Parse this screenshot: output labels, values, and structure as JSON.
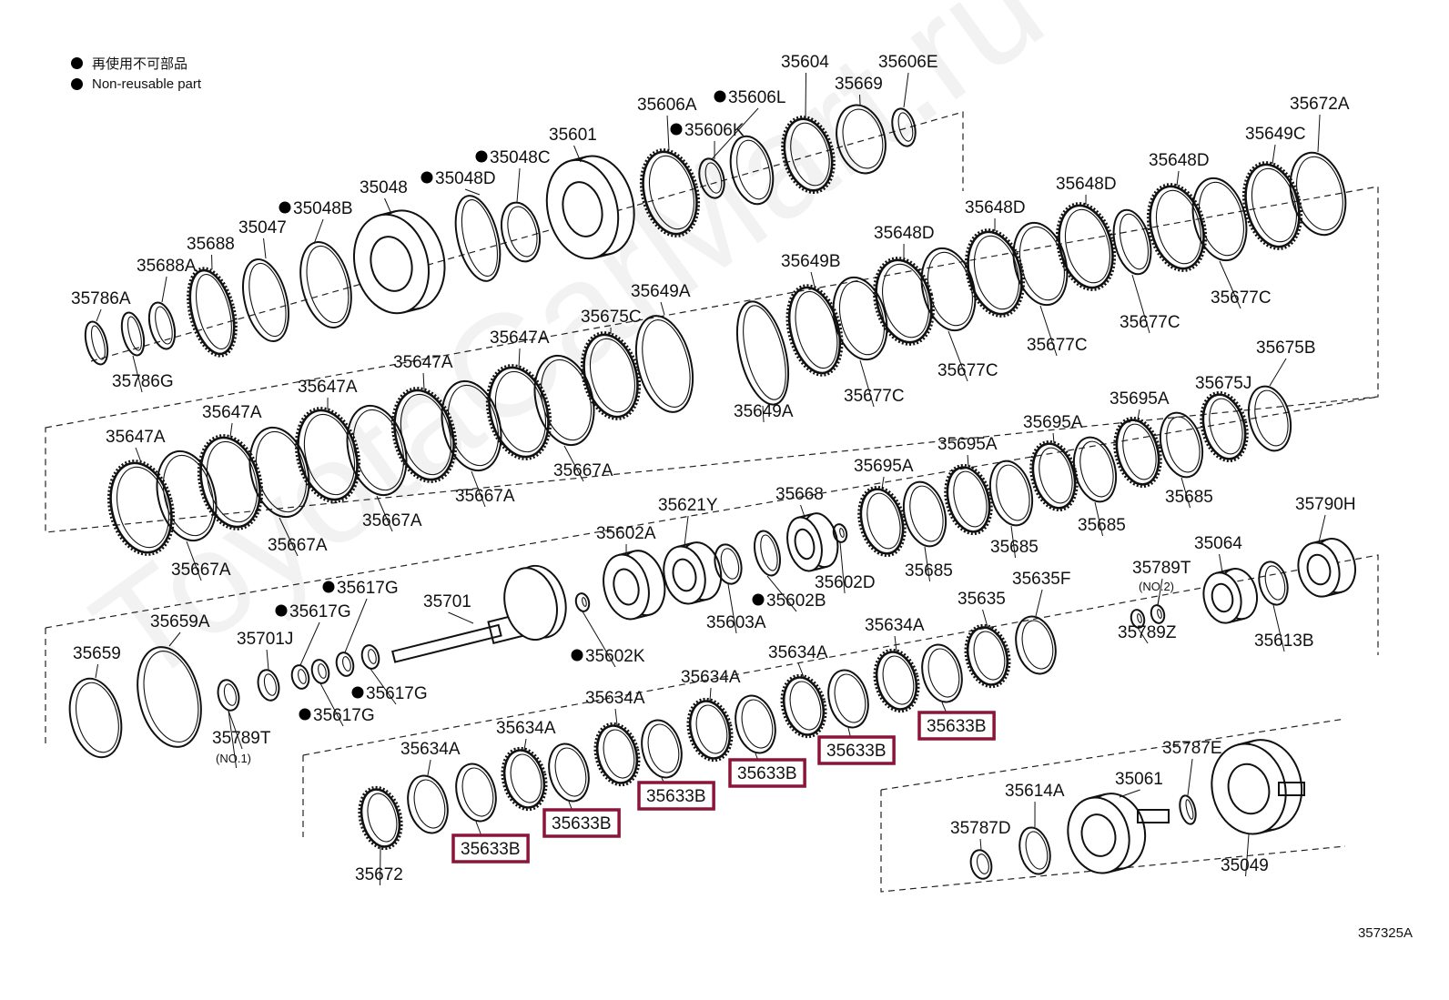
{
  "legend": {
    "items": [
      "再使用不可部品",
      "Non-reusable part"
    ]
  },
  "watermark": "ToyotaCarMart.ru",
  "diagram_id": "357325A",
  "callouts": [
    {
      "label": "35604",
      "highlight": false,
      "nonreusable": false
    },
    {
      "label": "35606E",
      "highlight": false,
      "nonreusable": false
    },
    {
      "label": "35606A",
      "highlight": false,
      "nonreusable": false
    },
    {
      "label": "35606L",
      "highlight": false,
      "nonreusable": true
    },
    {
      "label": "35669",
      "highlight": false,
      "nonreusable": false
    },
    {
      "label": "35606K",
      "highlight": false,
      "nonreusable": true
    },
    {
      "label": "35601",
      "highlight": false,
      "nonreusable": false
    },
    {
      "label": "35048C",
      "highlight": false,
      "nonreusable": true
    },
    {
      "label": "35048",
      "highlight": false,
      "nonreusable": false
    },
    {
      "label": "35048D",
      "highlight": false,
      "nonreusable": true
    },
    {
      "label": "35048B",
      "highlight": false,
      "nonreusable": true
    },
    {
      "label": "35688",
      "highlight": false,
      "nonreusable": false
    },
    {
      "label": "35047",
      "highlight": false,
      "nonreusable": false
    },
    {
      "label": "35688A",
      "highlight": false,
      "nonreusable": false
    },
    {
      "label": "35786A",
      "highlight": false,
      "nonreusable": false
    },
    {
      "label": "35786G",
      "highlight": false,
      "nonreusable": false
    },
    {
      "label": "35672A",
      "highlight": false,
      "nonreusable": false
    },
    {
      "label": "35649C",
      "highlight": false,
      "nonreusable": false
    },
    {
      "label": "35648D",
      "highlight": false,
      "nonreusable": false
    },
    {
      "label": "35648D",
      "highlight": false,
      "nonreusable": false
    },
    {
      "label": "35648D",
      "highlight": false,
      "nonreusable": false
    },
    {
      "label": "35648D",
      "highlight": false,
      "nonreusable": false
    },
    {
      "label": "35649B",
      "highlight": false,
      "nonreusable": false
    },
    {
      "label": "35677C",
      "highlight": false,
      "nonreusable": false
    },
    {
      "label": "35677C",
      "highlight": false,
      "nonreusable": false
    },
    {
      "label": "35677C",
      "highlight": false,
      "nonreusable": false
    },
    {
      "label": "35677C",
      "highlight": false,
      "nonreusable": false
    },
    {
      "label": "35677C",
      "highlight": false,
      "nonreusable": false
    },
    {
      "label": "35649A",
      "highlight": false,
      "nonreusable": false
    },
    {
      "label": "35675C",
      "highlight": false,
      "nonreusable": false
    },
    {
      "label": "35649A",
      "highlight": false,
      "nonreusable": false
    },
    {
      "label": "35647A",
      "highlight": false,
      "nonreusable": false
    },
    {
      "label": "35647A",
      "highlight": false,
      "nonreusable": false
    },
    {
      "label": "35647A",
      "highlight": false,
      "nonreusable": false
    },
    {
      "label": "35647A",
      "highlight": false,
      "nonreusable": false
    },
    {
      "label": "35647A",
      "highlight": false,
      "nonreusable": false
    },
    {
      "label": "35667A",
      "highlight": false,
      "nonreusable": false
    },
    {
      "label": "35667A",
      "highlight": false,
      "nonreusable": false
    },
    {
      "label": "35667A",
      "highlight": false,
      "nonreusable": false
    },
    {
      "label": "35667A",
      "highlight": false,
      "nonreusable": false
    },
    {
      "label": "35667A",
      "highlight": false,
      "nonreusable": false
    },
    {
      "label": "35675B",
      "highlight": false,
      "nonreusable": false
    },
    {
      "label": "35675J",
      "highlight": false,
      "nonreusable": false
    },
    {
      "label": "35695A",
      "highlight": false,
      "nonreusable": false
    },
    {
      "label": "35695A",
      "highlight": false,
      "nonreusable": false
    },
    {
      "label": "35695A",
      "highlight": false,
      "nonreusable": false
    },
    {
      "label": "35695A",
      "highlight": false,
      "nonreusable": false
    },
    {
      "label": "35685",
      "highlight": false,
      "nonreusable": false
    },
    {
      "label": "35685",
      "highlight": false,
      "nonreusable": false
    },
    {
      "label": "35685",
      "highlight": false,
      "nonreusable": false
    },
    {
      "label": "35685",
      "highlight": false,
      "nonreusable": false
    },
    {
      "label": "35668",
      "highlight": false,
      "nonreusable": false
    },
    {
      "label": "35621Y",
      "highlight": false,
      "nonreusable": false
    },
    {
      "label": "35602A",
      "highlight": false,
      "nonreusable": false
    },
    {
      "label": "35602D",
      "highlight": false,
      "nonreusable": false
    },
    {
      "label": "35602B",
      "highlight": false,
      "nonreusable": true
    },
    {
      "label": "35603A",
      "highlight": false,
      "nonreusable": false
    },
    {
      "label": "35701",
      "highlight": false,
      "nonreusable": false
    },
    {
      "label": "35602K",
      "highlight": false,
      "nonreusable": true
    },
    {
      "label": "35617G",
      "highlight": false,
      "nonreusable": true
    },
    {
      "label": "35617G",
      "highlight": false,
      "nonreusable": true
    },
    {
      "label": "35617G",
      "highlight": false,
      "nonreusable": true
    },
    {
      "label": "35617G",
      "highlight": false,
      "nonreusable": true
    },
    {
      "label": "35701J",
      "highlight": false,
      "nonreusable": false
    },
    {
      "label": "35659A",
      "highlight": false,
      "nonreusable": false
    },
    {
      "label": "35659",
      "highlight": false,
      "nonreusable": false
    },
    {
      "label": "35789T",
      "highlight": false,
      "nonreusable": false
    },
    {
      "label": "(NO.1)",
      "highlight": false,
      "nonreusable": false
    },
    {
      "label": "35790H",
      "highlight": false,
      "nonreusable": false
    },
    {
      "label": "35064",
      "highlight": false,
      "nonreusable": false
    },
    {
      "label": "35789T",
      "highlight": false,
      "nonreusable": false
    },
    {
      "label": "(NO.2)",
      "highlight": false,
      "nonreusable": false
    },
    {
      "label": "35789Z",
      "highlight": false,
      "nonreusable": false
    },
    {
      "label": "35613B",
      "highlight": false,
      "nonreusable": false
    },
    {
      "label": "35635F",
      "highlight": false,
      "nonreusable": false
    },
    {
      "label": "35635",
      "highlight": false,
      "nonreusable": false
    },
    {
      "label": "35634A",
      "highlight": false,
      "nonreusable": false
    },
    {
      "label": "35634A",
      "highlight": false,
      "nonreusable": false
    },
    {
      "label": "35634A",
      "highlight": false,
      "nonreusable": false
    },
    {
      "label": "35634A",
      "highlight": false,
      "nonreusable": false
    },
    {
      "label": "35634A",
      "highlight": false,
      "nonreusable": false
    },
    {
      "label": "35634A",
      "highlight": false,
      "nonreusable": false
    },
    {
      "label": "35633B",
      "highlight": true,
      "nonreusable": false
    },
    {
      "label": "35633B",
      "highlight": true,
      "nonreusable": false
    },
    {
      "label": "35633B",
      "highlight": true,
      "nonreusable": false
    },
    {
      "label": "35633B",
      "highlight": true,
      "nonreusable": false
    },
    {
      "label": "35633B",
      "highlight": true,
      "nonreusable": false
    },
    {
      "label": "35633B",
      "highlight": true,
      "nonreusable": false
    },
    {
      "label": "35672",
      "highlight": false,
      "nonreusable": false
    },
    {
      "label": "35787E",
      "highlight": false,
      "nonreusable": false
    },
    {
      "label": "35614A",
      "highlight": false,
      "nonreusable": false
    },
    {
      "label": "35061",
      "highlight": false,
      "nonreusable": false
    },
    {
      "label": "35787D",
      "highlight": false,
      "nonreusable": false
    },
    {
      "label": "35049",
      "highlight": false,
      "nonreusable": false
    }
  ]
}
